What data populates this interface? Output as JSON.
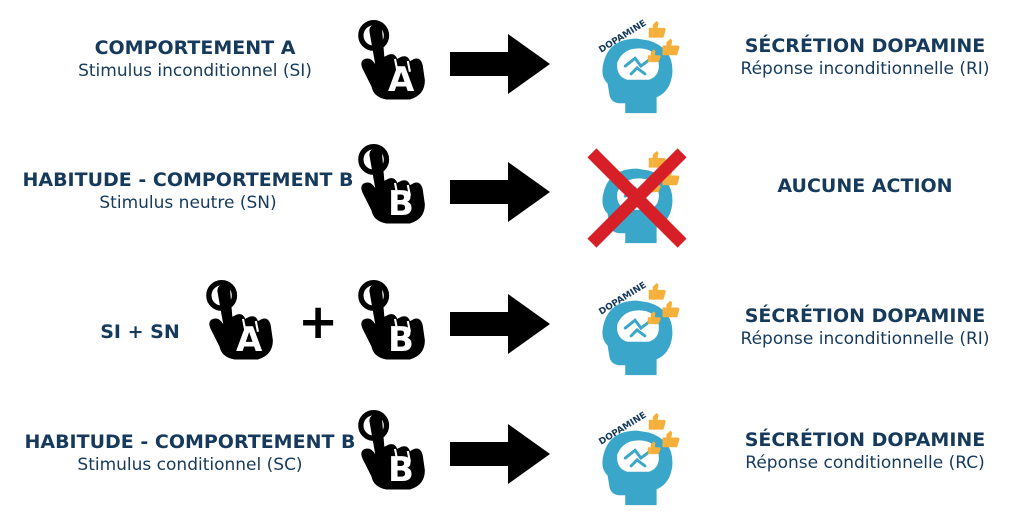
{
  "rows": [
    {
      "left_title": "COMPORTEMENT A",
      "left_sub": "Stimulus inconditionnel (SI)",
      "right_title": "SÉCRÉTION DOPAMINE",
      "right_sub": "Réponse inconditionnelle (RI)"
    },
    {
      "left_title": "HABITUDE - COMPORTEMENT B",
      "left_sub": "Stimulus neutre (SN)",
      "right_title": "AUCUNE ACTION"
    },
    {
      "left_title": "SI + SN",
      "right_title": "SÉCRÉTION DOPAMINE",
      "right_sub": "Réponse inconditionnelle (RI)"
    },
    {
      "left_title": "HABITUDE - COMPORTEMENT B",
      "left_sub": "Stimulus conditionnel (SC)",
      "right_title": "SÉCRÉTION DOPAMINE",
      "right_sub": "Réponse conditionnelle (RC)"
    }
  ],
  "hand_letters": {
    "a": "A",
    "b": "B"
  },
  "plus_sign": "+",
  "brain_label": "DOPAMINE",
  "colors": {
    "text": "#163a5c",
    "head": "#3aa6c9",
    "thumb": "#f4b03a",
    "cross": "#d61f26",
    "arrow": "#000000"
  }
}
